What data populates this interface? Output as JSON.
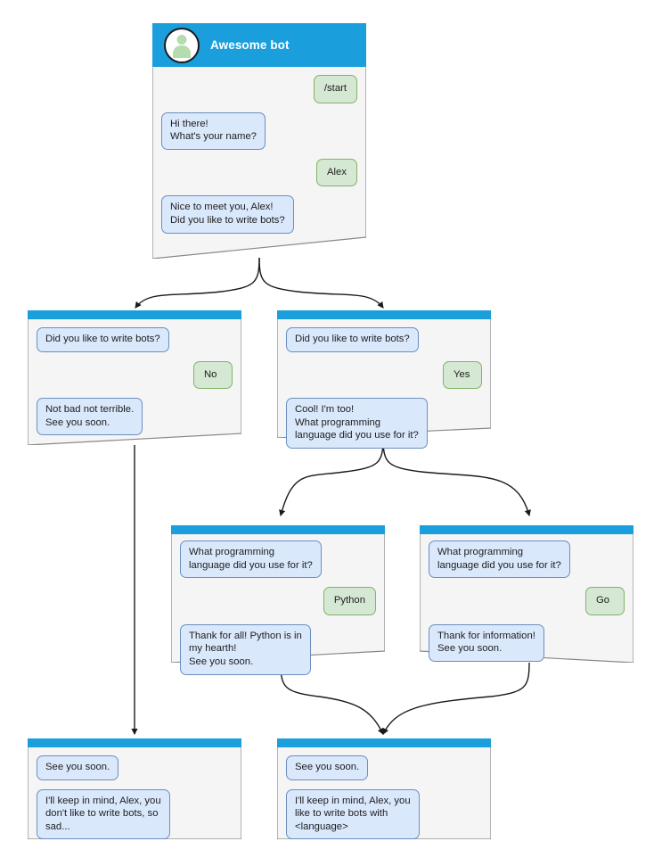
{
  "diagram": {
    "title": "Awesome bot conversation flow",
    "colors": {
      "header_blue": "#1a9fdc",
      "bot_bubble_fill": "#dae8fc",
      "bot_bubble_border": "#6c8ebf",
      "user_bubble_fill": "#d5e8d4",
      "user_bubble_border": "#82b366",
      "node_fill": "#f5f5f5",
      "node_border": "#888888",
      "edge": "#1a1a1a",
      "avatar_person": "#b5dcae"
    },
    "icons": {
      "avatar": "person-avatar-icon"
    }
  },
  "nodes": [
    {
      "id": "root",
      "name": "node-root-awesome-bot",
      "header_title": "Awesome bot",
      "messages": [
        {
          "side": "user",
          "text": "/start"
        },
        {
          "side": "bot",
          "text": "Hi there!\nWhat's your name?"
        },
        {
          "side": "user",
          "text": "Alex"
        },
        {
          "side": "bot",
          "text": "Nice to meet you, Alex!\nDid you like to write bots?"
        }
      ]
    },
    {
      "id": "no",
      "name": "node-answer-no",
      "header_title": "",
      "messages": [
        {
          "side": "bot",
          "text": "Did you like to write bots?"
        },
        {
          "side": "user",
          "text": "No"
        },
        {
          "side": "bot",
          "text": "Not bad not terrible.\nSee you soon."
        }
      ]
    },
    {
      "id": "yes",
      "name": "node-answer-yes",
      "header_title": "",
      "messages": [
        {
          "side": "bot",
          "text": "Did you like to write bots?"
        },
        {
          "side": "user",
          "text": "Yes"
        },
        {
          "side": "bot",
          "text": "Cool! I'm too!\nWhat programming\nlanguage did you use for it?"
        }
      ]
    },
    {
      "id": "python",
      "name": "node-answer-python",
      "header_title": "",
      "messages": [
        {
          "side": "bot",
          "text": "What programming\nlanguage did you use for it?"
        },
        {
          "side": "user",
          "text": "Python"
        },
        {
          "side": "bot",
          "text": "Thank for all! Python is in\nmy hearth!\nSee you soon."
        }
      ]
    },
    {
      "id": "go",
      "name": "node-answer-go",
      "header_title": "",
      "messages": [
        {
          "side": "bot",
          "text": "What programming\nlanguage did you use for it?"
        },
        {
          "side": "user",
          "text": "Go"
        },
        {
          "side": "bot",
          "text": "Thank for information!\nSee you soon."
        }
      ]
    },
    {
      "id": "end-no",
      "name": "node-end-sad",
      "header_title": "",
      "messages": [
        {
          "side": "bot",
          "text": "See you soon."
        },
        {
          "side": "bot",
          "text": "I'll keep in mind, Alex, you\ndon't like to write bots, so\nsad..."
        }
      ]
    },
    {
      "id": "end-yes",
      "name": "node-end-happy",
      "header_title": "",
      "messages": [
        {
          "side": "bot",
          "text": "See you soon."
        },
        {
          "side": "bot",
          "text": "I'll keep in mind, Alex, you\nlike to write bots with\n<language>"
        }
      ]
    }
  ]
}
